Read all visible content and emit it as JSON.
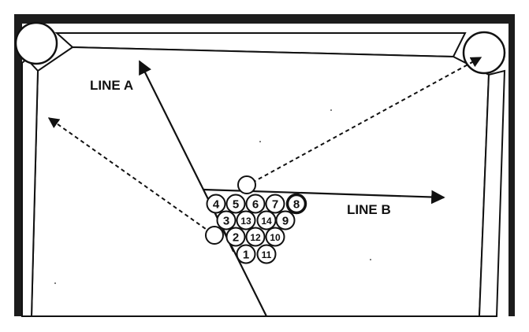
{
  "labels": {
    "line_a": "LINE A",
    "line_b": "LINE B"
  },
  "rack": [
    {
      "number": "4"
    },
    {
      "number": "5"
    },
    {
      "number": "6"
    },
    {
      "number": "7"
    },
    {
      "number": "8",
      "style": "dark"
    },
    {
      "number": "3"
    },
    {
      "number": "13"
    },
    {
      "number": "14"
    },
    {
      "number": "9"
    },
    {
      "number": "2"
    },
    {
      "number": "12"
    },
    {
      "number": "10"
    },
    {
      "number": "1"
    },
    {
      "number": "11"
    }
  ],
  "colors": {
    "ink": "#111111",
    "table_border": "#1a1a1a",
    "surface": "#ffffff"
  }
}
